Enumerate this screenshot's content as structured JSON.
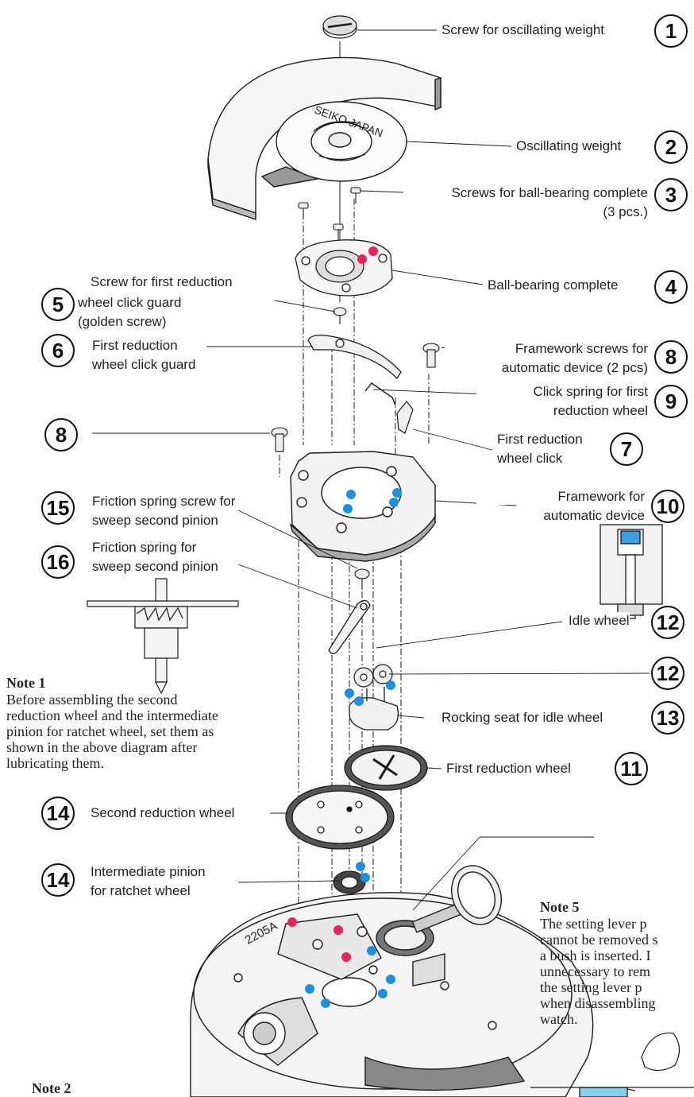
{
  "parts": [
    {
      "num": "1",
      "label": "Screw for oscillating weight"
    },
    {
      "num": "2",
      "label": "Oscillating weight"
    },
    {
      "num": "3",
      "label": "Screws for ball-bearing complete",
      "sub": "(3 pcs.)"
    },
    {
      "num": "4",
      "label": "Ball-bearing complete"
    },
    {
      "num": "5",
      "label": "Screw for first reduction",
      "sub": "wheel click guard",
      "sub2": "(golden screw)"
    },
    {
      "num": "6",
      "label": "First reduction",
      "sub": "wheel click guard"
    },
    {
      "num": "8",
      "label": "Framework screws for",
      "sub": "automatic device (2 pcs)"
    },
    {
      "num": "9",
      "label": "Click spring for first",
      "sub": "reduction wheel"
    },
    {
      "num": "8",
      "label": ""
    },
    {
      "num": "7",
      "label": "First reduction",
      "sub": "wheel click"
    },
    {
      "num": "15",
      "label": "Friction spring screw for",
      "sub": "sweep second pinion"
    },
    {
      "num": "10",
      "label": "Framework for",
      "sub": "automatic device"
    },
    {
      "num": "16",
      "label": "Friction spring for",
      "sub": "sweep second pinion"
    },
    {
      "num": "12",
      "label": "Idle wheel"
    },
    {
      "num": "12",
      "label": ""
    },
    {
      "num": "13",
      "label": "Rocking seat for idle wheel"
    },
    {
      "num": "11",
      "label": "First reduction wheel"
    },
    {
      "num": "14",
      "label": "Second reduction wheel"
    },
    {
      "num": "14",
      "label": "Intermediate pinion",
      "sub": "for ratchet wheel"
    }
  ],
  "notes": {
    "note1": {
      "title": "Note 1",
      "lines": [
        "Before assembling the second",
        "reduction wheel and the intermediate",
        "pinion for ratchet wheel, set them as",
        "shown in the above  diagram after",
        "lubricating  them."
      ]
    },
    "note5": {
      "title": "Note 5",
      "lines": [
        "The  setting  lever  p",
        "cannot be removed s",
        "a  bush  is  inserted.  I",
        "unnecessary  to  rem",
        "the  setting  lever  p",
        "when  disassembling",
        "watch."
      ]
    },
    "note2": {
      "title": "Note 2"
    }
  },
  "engravings": {
    "weight": "SEIKO JAPAN",
    "movement": "2205A"
  },
  "colors": {
    "oil_red": "#e8245a",
    "oil_blue": "#1e8fe0",
    "line": "#1a1a1a"
  }
}
